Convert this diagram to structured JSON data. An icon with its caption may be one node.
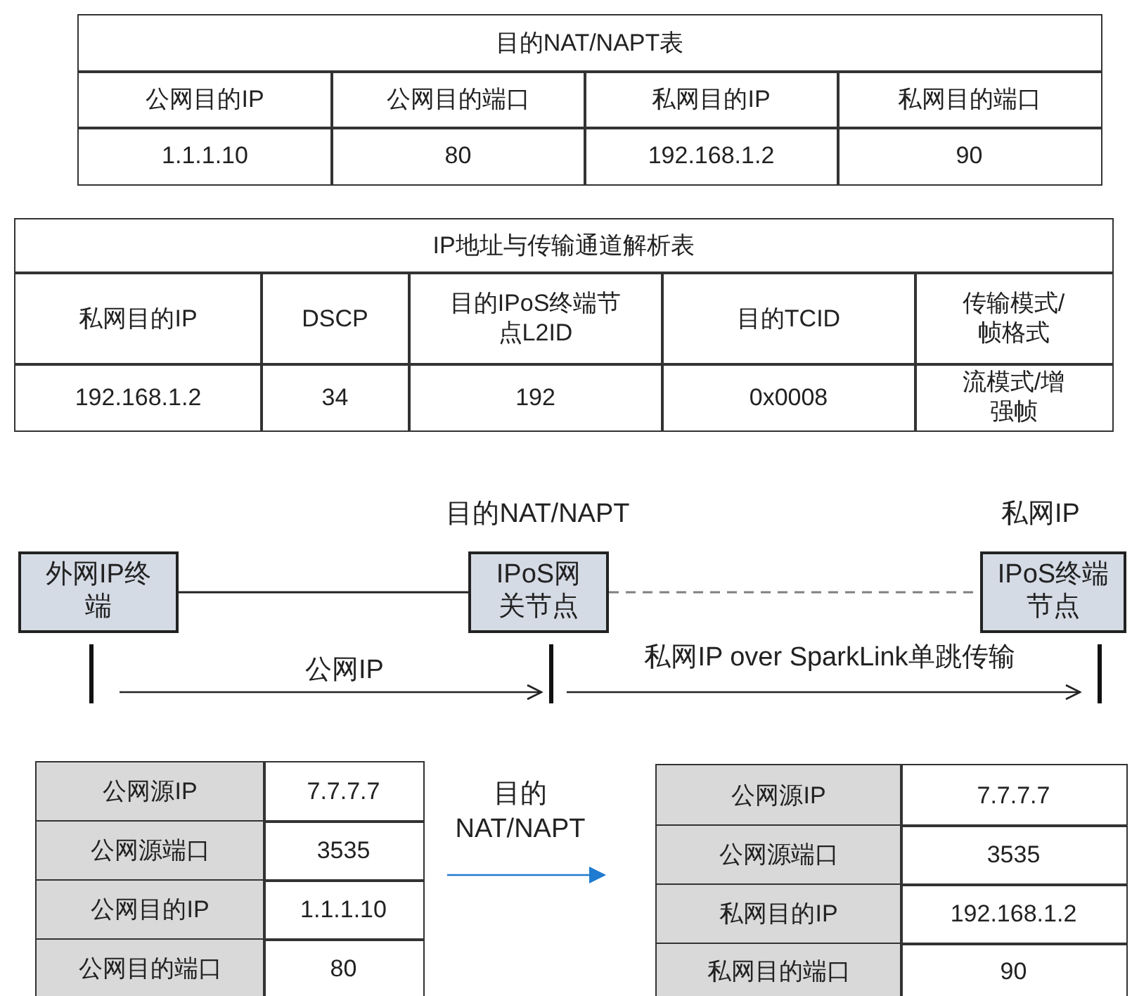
{
  "diagram": {
    "nodes": [
      {
        "text": [
          "外网IP终端"
        ]
      },
      {
        "text": [
          "IPoS网关节点"
        ],
        "beside": [
          "目的NAT/NAPT"
        ]
      },
      {
        "text": [
          "IPoS终端节点"
        ],
        "beside": [
          "私网IP"
        ]
      }
    ],
    "edges": [
      {
        "from": 0,
        "to": 1,
        "arrow": "none"
      },
      {
        "from": 1,
        "to": 2,
        "arrow": "none",
        "style": "dashed",
        "color": "#808080"
      }
    ],
    "labels": [
      "目的NAT/NAPT表",
      "公网目的IP",
      "公网目的端口",
      "私网目的IP",
      "私网目的端口",
      "1.1.1.10",
      "80",
      "192.168.1.2",
      "90",
      "IP地址与传输通道解析表",
      "私网目的IP",
      "DSCP",
      "目的IPoS终端节点L2ID",
      "目的TCID",
      "传输模式/帧格式",
      "192.168.1.2",
      "34",
      "192",
      "0x0008",
      "流模式/增强帧",
      "公网IP",
      "私网IP over SparkLink单跳传输",
      "公网源IP",
      "7.7.7.7",
      "公网源端口",
      "3535",
      "公网目的IP",
      "1.1.1.10",
      "公网目的端口",
      "80",
      "目的NAT/NAPT",
      "公网源IP",
      "7.7.7.7",
      "公网源端口",
      "3535",
      "私网目的IP",
      "192.168.1.2",
      "私网目的端口",
      "90"
    ]
  }
}
